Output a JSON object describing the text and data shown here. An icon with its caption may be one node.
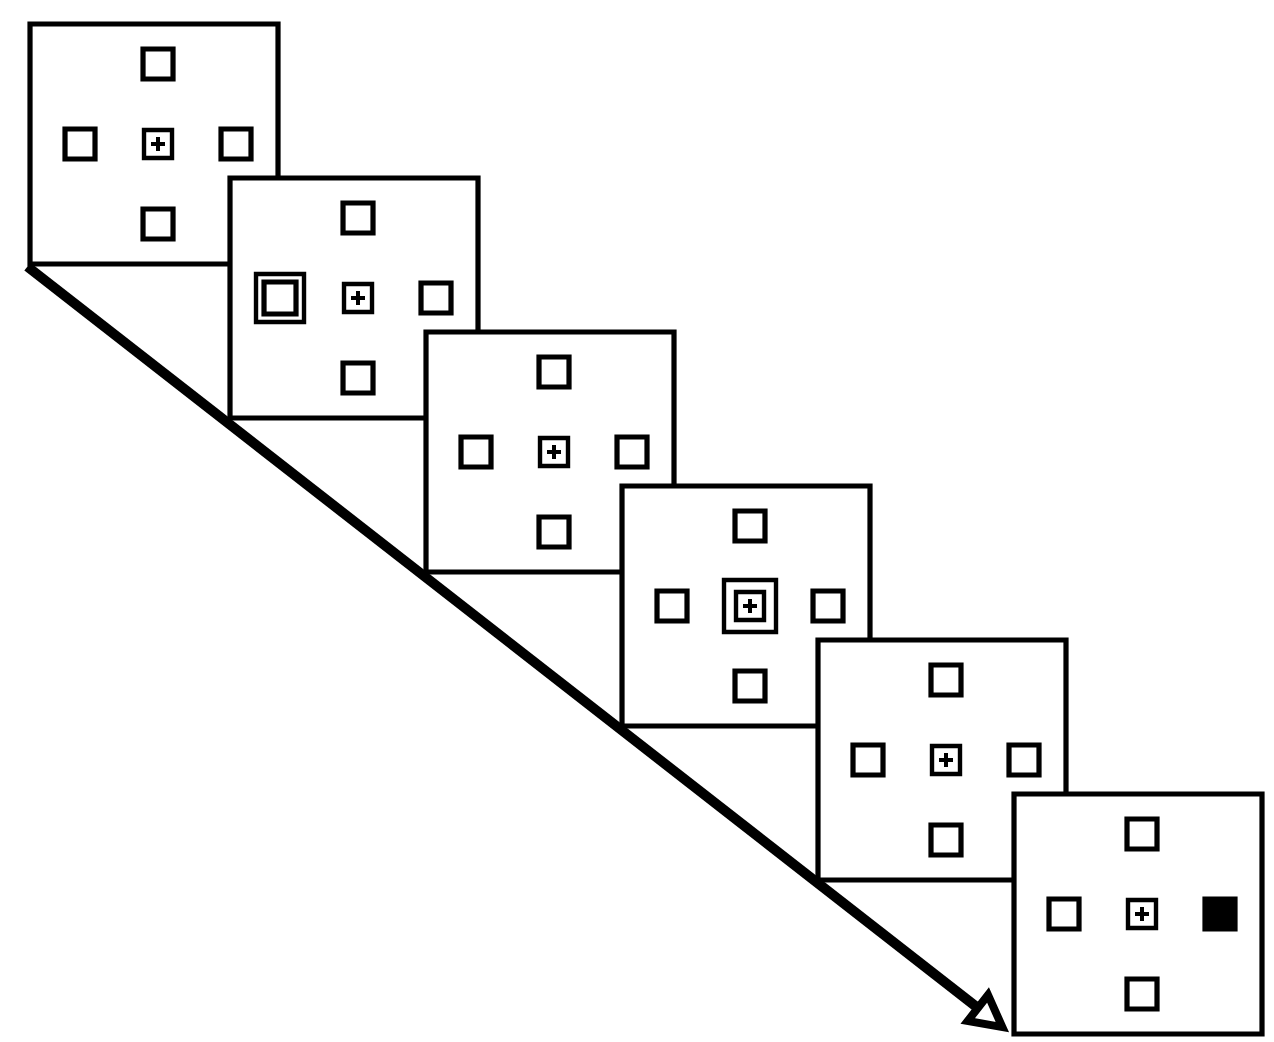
{
  "diagram": {
    "nodes": [
      {
        "text": [],
        "shape": "box"
      },
      {
        "text": [],
        "shape": "box"
      },
      {
        "text": [],
        "shape": "box"
      },
      {
        "text": [],
        "shape": "box"
      },
      {
        "text": [],
        "shape": "box"
      },
      {
        "text": [],
        "shape": "box"
      }
    ],
    "edges": [
      {
        "from": 0,
        "to": 5,
        "arrow": "to"
      }
    ]
  }
}
